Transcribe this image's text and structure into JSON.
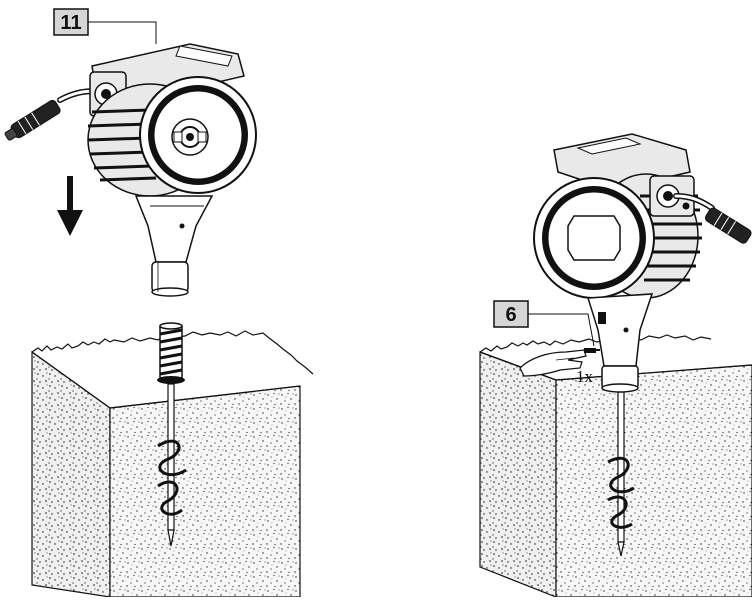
{
  "figure": {
    "left_panel": {
      "callout": "11",
      "arrow_direction": "down"
    },
    "right_panel": {
      "callout": "6",
      "count_label": "1x"
    }
  },
  "colors": {
    "line": "#111111",
    "callout_fill": "#d6d6d6",
    "device_gray": "#e9e9e9",
    "soil_fill": "#f7f7f7"
  }
}
